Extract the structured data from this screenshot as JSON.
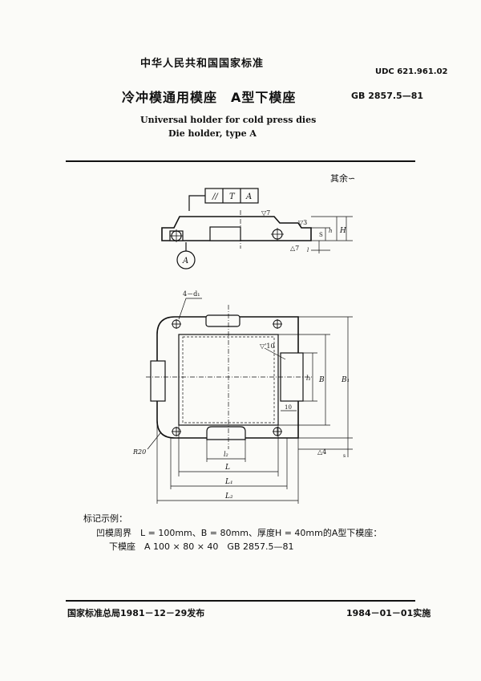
{
  "header": {
    "standard_org": "中华人民共和国国家标准",
    "udc": "UDC 621.961.02",
    "title_cn": "冷冲模通用模座　A型下模座",
    "standard_code": "GB 2857.5—81",
    "title_en_line1": "Universal holder for cold press dies",
    "title_en_line2": "Die holder, type A"
  },
  "drawing": {
    "roughness_note": "其余∽",
    "tolerance_frame": [
      "//",
      "T",
      "A"
    ],
    "datum_label": "A",
    "section_marks": {
      "top": "▽7",
      "right": "▽3",
      "bottom": "△7",
      "s": "S",
      "h": "h",
      "H": "H",
      "l": "l"
    },
    "plan_labels": {
      "hole": "4－d₁",
      "flatness": "▽'10",
      "l1": "l₁",
      "B": "B",
      "B1": "B₁",
      "ten": "10",
      "corner_mark": "△4",
      "radius": "R20",
      "l2": "l₂",
      "L": "L",
      "L1": "L₁",
      "L2": "L₂",
      "s_right": "s"
    }
  },
  "marking": {
    "title": "标记示例：",
    "line1": "凹模周界　L = 100mm、B = 80mm、厚度H = 40mm的A型下模座：",
    "line2": "下模座　A 100 × 80 × 40　GB 2857.5—81"
  },
  "footer": {
    "issued": "国家标准总局1981－12－29发布",
    "effective": "1984－01－01实施"
  }
}
